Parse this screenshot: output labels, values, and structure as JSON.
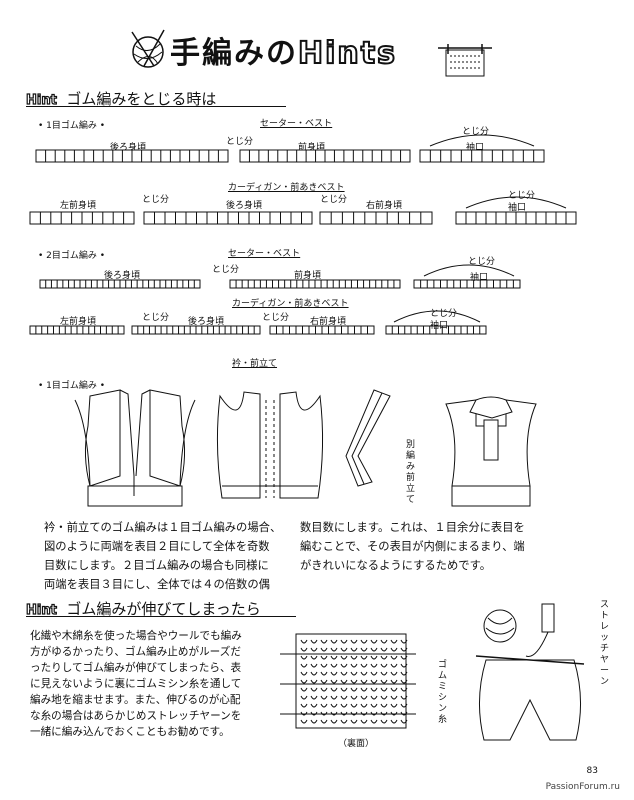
{
  "header": {
    "title_prefix": "手編みの",
    "title_latin": "Hints"
  },
  "section1": {
    "hint_label": "Hint",
    "heading": "ゴム編みをとじる時は",
    "one_rib_label": "• 1目ゴム編み •",
    "two_rib_label": "• 2目ゴム編み •",
    "sweater_vest": "セーター・ベスト",
    "cardigan_vest": "カーディガン・前あきベスト",
    "back": "後ろ身頃",
    "front": "前身頃",
    "sleeve": "袖口",
    "left_front": "左前身頃",
    "right_front": "右前身頃",
    "seam": "とじ分"
  },
  "section2": {
    "collar_title": "衿・前立て",
    "one_rib_label": "• 1目ゴム編み •",
    "side_note": "別編み前立て",
    "paragraph_left": [
      "衿・前立てのゴム編みは１目ゴム編みの場合、",
      "図のように両端を表目２目にして全体を奇数",
      "目数にします。２目ゴム編みの場合も同様に",
      "両端を表目３目にし、全体では４の倍数の偶"
    ],
    "paragraph_right": [
      "数目数にします。これは、１目余分に表目を",
      "編むことで、その表目が内側にまるまり、端",
      "がきれいになるようにするためです。"
    ]
  },
  "section3": {
    "hint_label": "Hint",
    "heading": "ゴム編みが伸びてしまったら",
    "paragraph": [
      "化繊や木綿糸を使った場合やウールでも編み",
      "方がゆるかったり、ゴム編み止めがルーズだ",
      "ったりしてゴム編みが伸びてしまったら、表",
      "に見えないように裏にゴムミシン糸を通して",
      "編み地を縮ませます。また、伸びるのが心配",
      "な糸の場合はあらかじめストレッチヤーンを",
      "一緒に編み込んでおくこともお勧めです。"
    ],
    "wrong_side": "（裏面）",
    "elastic_thread": "ゴムミシン糸",
    "stretch_yarn": "ストレッチヤーン"
  },
  "footer": {
    "page": "83",
    "site": "PassionForum.ru"
  }
}
